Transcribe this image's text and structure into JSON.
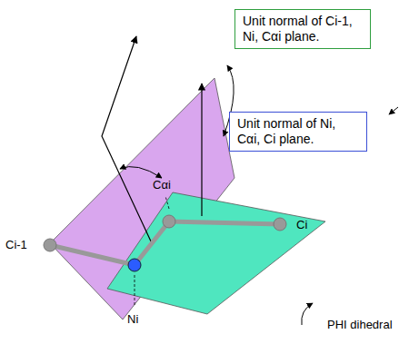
{
  "diagram": {
    "nodes": [
      {
        "text": [
          "Unit normal of Ci-1, Ni, Cαi plane."
        ]
      },
      {
        "text": [
          "Unit normal of Ni, Cαi, Ci plane."
        ]
      }
    ],
    "labels": [
      "Cαi",
      "Ci-1",
      "Ci",
      "Ni",
      "PHI dihedral"
    ]
  }
}
